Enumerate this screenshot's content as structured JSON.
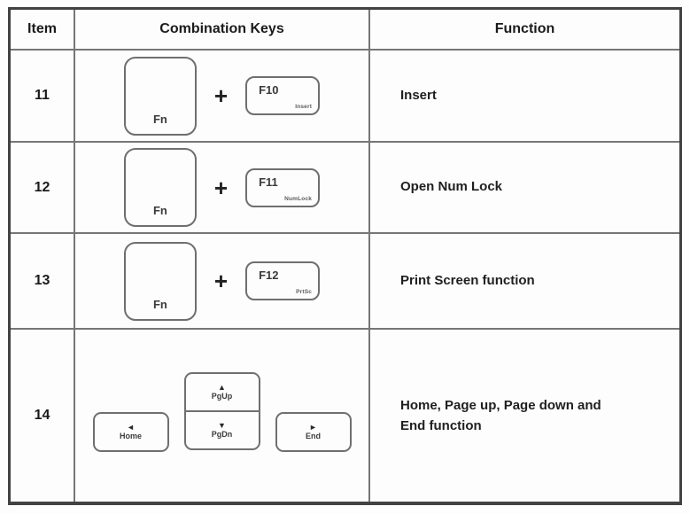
{
  "colors": {
    "outer_border": "#424242",
    "grid_line": "#767676",
    "key_border": "#6f6f6f",
    "text": "#1c1c1c",
    "background": "#fdfdfd"
  },
  "table": {
    "headers": {
      "item": "Item",
      "keys": "Combination Keys",
      "function": "Function"
    },
    "rows": [
      {
        "item": "11",
        "modifier_key": "Fn",
        "plus": "+",
        "fkey": "F10",
        "fkey_sub": "Insert",
        "function": "Insert"
      },
      {
        "item": "12",
        "modifier_key": "Fn",
        "plus": "+",
        "fkey": "F11",
        "fkey_sub": "NumLock",
        "function": "Open Num Lock"
      },
      {
        "item": "13",
        "modifier_key": "Fn",
        "plus": "+",
        "fkey": "F12",
        "fkey_sub": "PrtSc",
        "function": "Print Screen function"
      },
      {
        "item": "14",
        "function": "Home, Page up, Page down and End function",
        "cluster": {
          "up_glyph": "▲",
          "up_label": "PgUp",
          "down_glyph": "▼",
          "down_label": "PgDn",
          "left_glyph": "◄",
          "left_label": "Home",
          "right_glyph": "►",
          "right_label": "End"
        }
      }
    ]
  }
}
